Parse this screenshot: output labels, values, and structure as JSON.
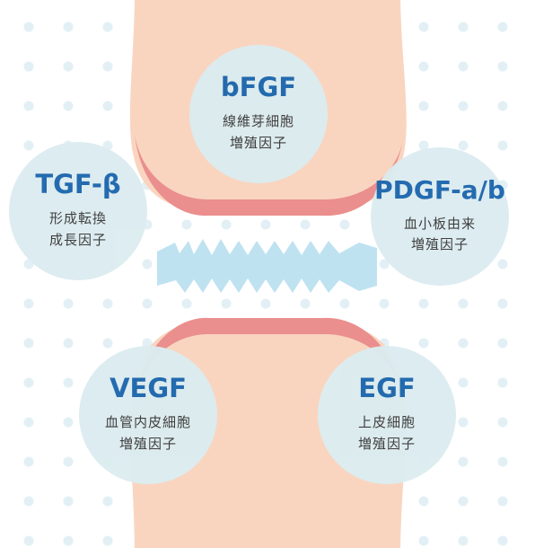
{
  "colors": {
    "bone": "#f9d5c0",
    "cartilage": "#ea8f8d",
    "synovial_fluid": "#bfe2f1",
    "circle_fill": "#dcecf0",
    "factor_name": "#1d67ae",
    "description_text": "#3a3a3a"
  },
  "factors": {
    "bfgf": {
      "name": "bFGF",
      "line1": "線維芽細胞",
      "line2": "増殖因子"
    },
    "tgf": {
      "name": "TGF-β",
      "line1": "形成転換",
      "line2": "成長因子"
    },
    "pdgf": {
      "name": "PDGF-a/b",
      "line1": "血小板由来",
      "line2": "増殖因子"
    },
    "vegf": {
      "name": "VEGF",
      "line1": "血管内皮細胞",
      "line2": "増殖因子"
    },
    "egf": {
      "name": "EGF",
      "line1": "上皮細胞",
      "line2": "増殖因子"
    }
  }
}
